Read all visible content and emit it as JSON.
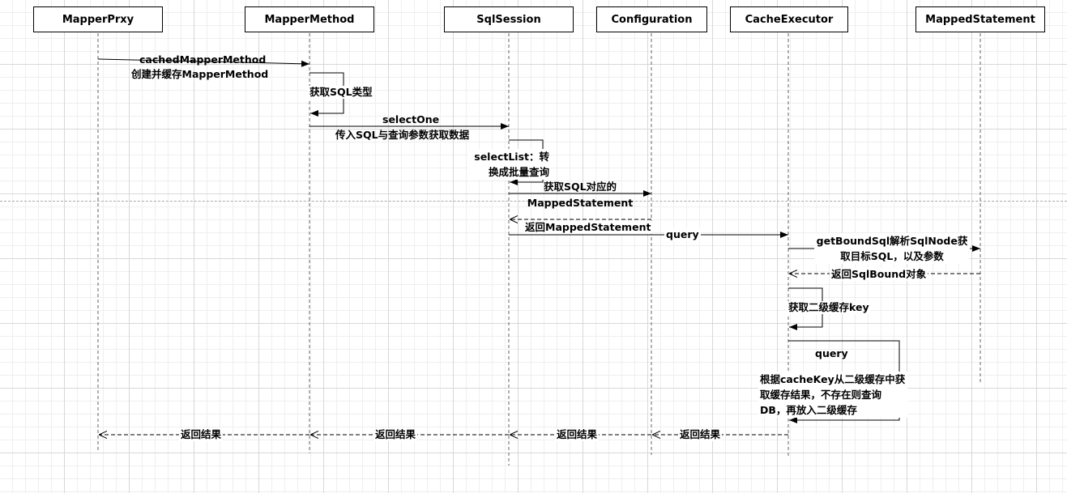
{
  "participants": {
    "mapper_proxy": "MapperPrxy",
    "mapper_method": "MapperMethod",
    "sql_session": "SqlSession",
    "configuration": "Configuration",
    "cache_executor": "CacheExecutor",
    "mapped_statement": "MappedStatement"
  },
  "messages": {
    "cached_mapper_method": "cachedMapperMethod",
    "create_cache_mapper_method": "创建并缓存MapperMethod",
    "get_sql_type": "获取SQL类型",
    "select_one": "selectOne",
    "pass_sql_params": "传入SQL与查询参数获取数据",
    "select_list": "selectList：转换成批量查询",
    "get_mapped_statement": "获取SQL对应的MappedStatement",
    "return_mapped_statement": "返回MappedStatement",
    "query_1": "query",
    "get_bound_sql": "getBoundSql解析SqlNode获取目标SQL，以及参数",
    "return_sql_bound": "返回SqlBound对象",
    "get_cache_key": "获取二级缓存key",
    "query_2": "query",
    "query_desc": "根据cacheKey从二级缓存中获取缓存结果，不存在则查询DB，再放入二级缓存",
    "return_result_1": "返回结果",
    "return_result_2": "返回结果",
    "return_result_3": "返回结果",
    "return_result_4": "返回结果"
  }
}
